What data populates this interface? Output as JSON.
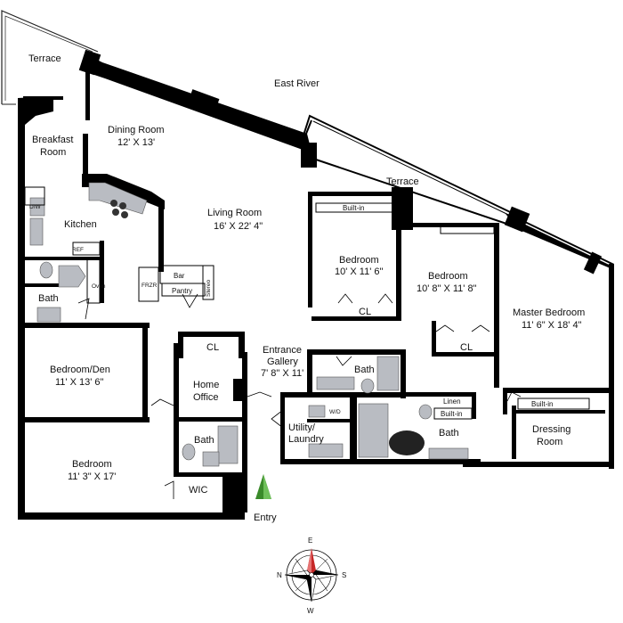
{
  "plan": {
    "rooms": {
      "terrace_left": "Terrace",
      "east_river": "East River",
      "dining": {
        "name": "Dining Room",
        "dim": "12' X 13'"
      },
      "breakfast": {
        "line1": "Breakfast",
        "line2": "Room"
      },
      "kitchen": "Kitchen",
      "dw": "D/W",
      "ref": "REF",
      "oven": "Oven",
      "frzr": "FRZR",
      "bar": "Bar",
      "pantry": "Pantry",
      "stereo": "Stereo",
      "living": {
        "name": "Living Room",
        "dim": "16' X 22' 4\""
      },
      "terrace_right": "Terrace",
      "builtin_top": "Built-in",
      "bedroom2": {
        "name": "Bedroom",
        "dim": "10' X 11' 6\""
      },
      "bedroom3": {
        "name": "Bedroom",
        "dim": "10' 8\" X 11' 8\""
      },
      "master": {
        "name": "Master Bedroom",
        "dim": "11' 6\" X 18' 4\""
      },
      "cl_a": "CL",
      "cl_b": "CL",
      "cl_c": "CL",
      "bath_left": "Bath",
      "bedroom_den": {
        "name": "Bedroom/Den",
        "dim": "11' X 13' 6\""
      },
      "home_office": {
        "line1": "Home",
        "line2": "Office"
      },
      "entrance": {
        "line1": "Entrance",
        "line2": "Gallery",
        "dim": "7' 8\" X 11'"
      },
      "bath_center": "Bath",
      "wd": "W/D",
      "utility": {
        "line1": "Utility/",
        "line2": "Laundry"
      },
      "linen": "Linen",
      "builtin_mid": "Built-in",
      "bath_master": "Bath",
      "builtin_dressing": "Built-in",
      "dressing": {
        "line1": "Dressing",
        "line2": "Room"
      },
      "bedroom_main": {
        "name": "Bedroom",
        "dim": "11' 3\" X 17'"
      },
      "bath_small": "Bath",
      "wic": "WIC",
      "entry": "Entry"
    },
    "compass": {
      "e": "E",
      "n": "N",
      "s": "S",
      "w": "W"
    },
    "colors": {
      "wall": "#000000",
      "fixture": "#b9bcc2",
      "entry_arrow": "#3a8a2a",
      "compass_red": "#c62828"
    }
  }
}
